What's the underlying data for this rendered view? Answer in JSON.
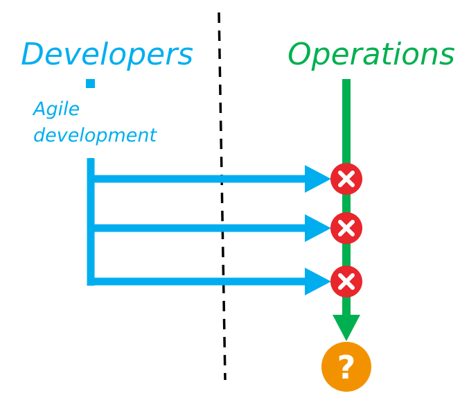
{
  "labels": {
    "developers": "Developers",
    "agile_line1": "Agile",
    "agile_line2": "development",
    "operations": "Operations"
  },
  "icons": {
    "blocked": "x-mark",
    "unknown": "?"
  },
  "colors": {
    "developers": "#00aeef",
    "operations": "#00b050",
    "blocked": "#e8262b",
    "unknown": "#f39200",
    "divider": "#000000"
  },
  "flows": {
    "count": 3,
    "status": "blocked"
  }
}
